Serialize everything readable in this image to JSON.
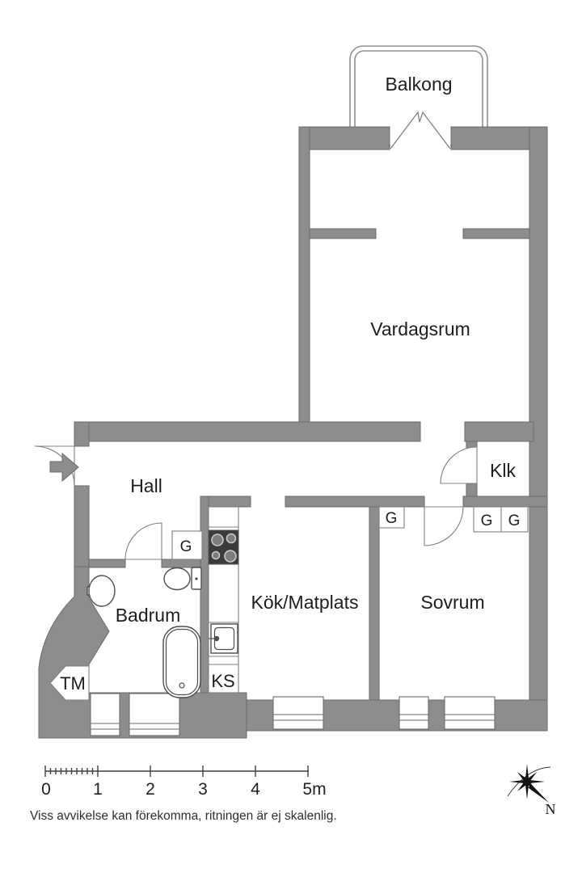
{
  "plan": {
    "labels": {
      "balcony": "Balkong",
      "living_room": "Vardagsrum",
      "hall": "Hall",
      "walk_in_closet": "Klk",
      "bathroom": "Badrum",
      "kitchen": "Kök/Matplats",
      "bedroom": "Sovrum",
      "washing_machine": "TM",
      "fridge": "KS",
      "wardrobe": "G"
    },
    "colors": {
      "wall": "#8d8d8d",
      "wall_outline": "#6a6a6a",
      "fixture_stroke": "#4d4d4d",
      "stove": "#3b3b3b",
      "text": "#1d1d1d",
      "background": "#ffffff"
    }
  },
  "scale_bar": {
    "tick_labels": [
      "0",
      "1",
      "2",
      "3",
      "4",
      "5m"
    ]
  },
  "compass": {
    "north": "N"
  },
  "footer": {
    "disclaimer": "Viss avvikelse kan förekomma, ritningen är ej skalenlig."
  }
}
